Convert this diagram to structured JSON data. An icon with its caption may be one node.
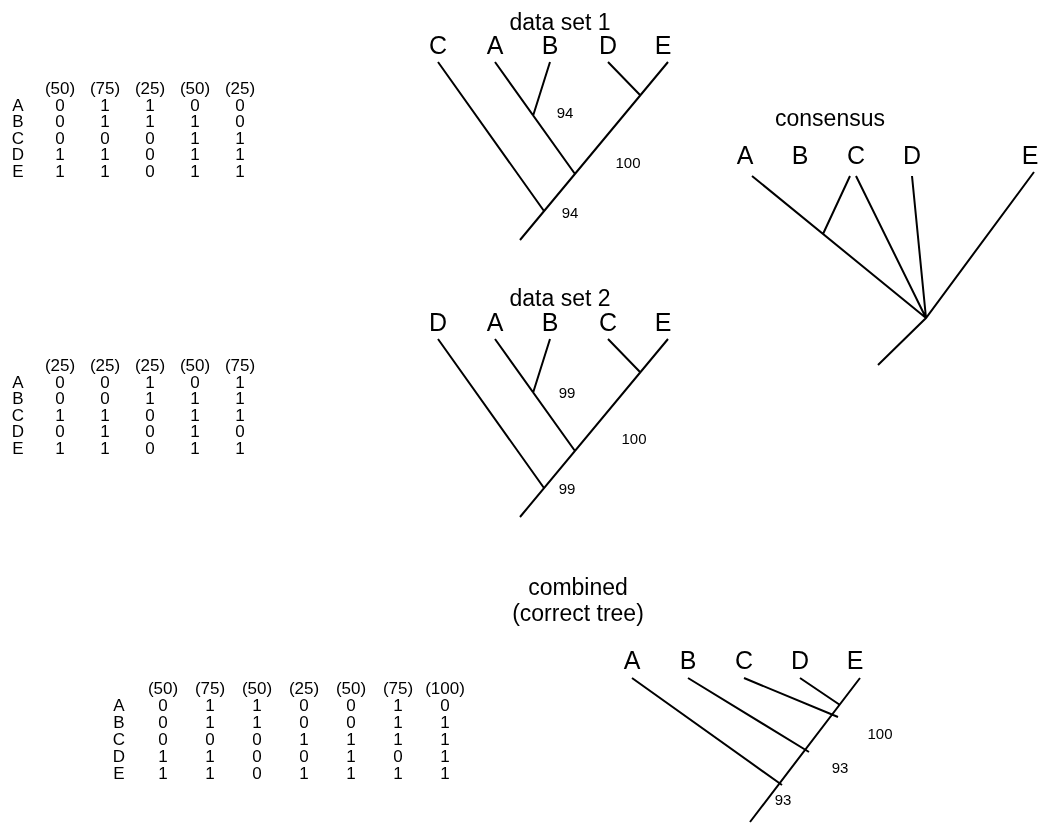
{
  "diagram": {
    "labels": [
      "data set 1",
      "(50)",
      "(75)",
      "(25)",
      "(50)",
      "(25)",
      "A",
      "0",
      "1",
      "1",
      "0",
      "0",
      "B",
      "0",
      "1",
      "1",
      "1",
      "0",
      "C",
      "0",
      "0",
      "0",
      "1",
      "1",
      "D",
      "1",
      "1",
      "0",
      "1",
      "1",
      "E",
      "1",
      "1",
      "0",
      "1",
      "1",
      "C",
      "A",
      "B",
      "D",
      "E",
      "94",
      "100",
      "94",
      "consensus",
      "A",
      "B",
      "C",
      "D",
      "E",
      "data set 2",
      "(25)",
      "(25)",
      "(25)",
      "(50)",
      "(75)",
      "A",
      "0",
      "0",
      "1",
      "0",
      "1",
      "B",
      "0",
      "0",
      "1",
      "1",
      "1",
      "C",
      "1",
      "1",
      "0",
      "1",
      "1",
      "D",
      "0",
      "1",
      "0",
      "1",
      "0",
      "E",
      "1",
      "1",
      "0",
      "1",
      "1",
      "D",
      "A",
      "B",
      "C",
      "E",
      "99",
      "100",
      "99",
      "combined (correct tree)",
      "(50)",
      "(75)",
      "(50)",
      "(25)",
      "(50)",
      "(75)",
      "(100)",
      "A",
      "0",
      "1",
      "1",
      "0",
      "0",
      "1",
      "0",
      "B",
      "0",
      "1",
      "1",
      "0",
      "0",
      "1",
      "1",
      "C",
      "0",
      "0",
      "0",
      "1",
      "1",
      "1",
      "1",
      "D",
      "1",
      "1",
      "0",
      "0",
      "1",
      "0",
      "1",
      "E",
      "1",
      "1",
      "0",
      "1",
      "1",
      "1",
      "1",
      "A",
      "B",
      "C",
      "D",
      "E",
      "100",
      "93",
      "93"
    ]
  }
}
